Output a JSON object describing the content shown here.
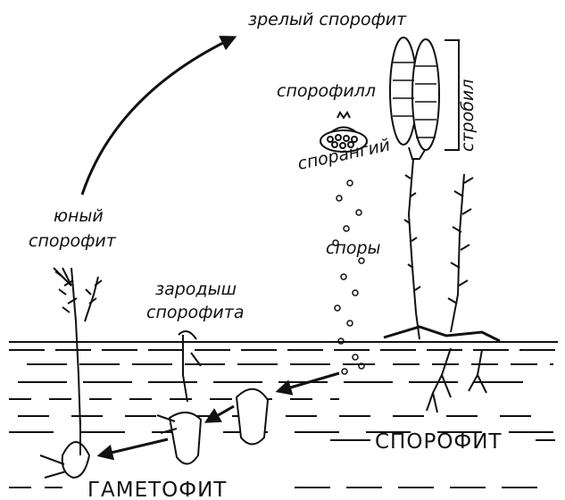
{
  "labels": {
    "mature_sporophyte": "зрелый спорофит",
    "sporophyll": "спорофилл",
    "sporangium": "спорангий",
    "strobilus": "стробил",
    "spores": "споры",
    "young_sporophyte_line1": "юный",
    "young_sporophyte_line2": "спорофит",
    "embryo_line1": "зародыш",
    "embryo_line2": "спорофита",
    "sporophyte_caption": "СПОРОФИТ",
    "gametophyte_caption": "ГАМЕТОФИТ"
  },
  "colors": {
    "ink": "#111111",
    "background": "#ffffff"
  }
}
